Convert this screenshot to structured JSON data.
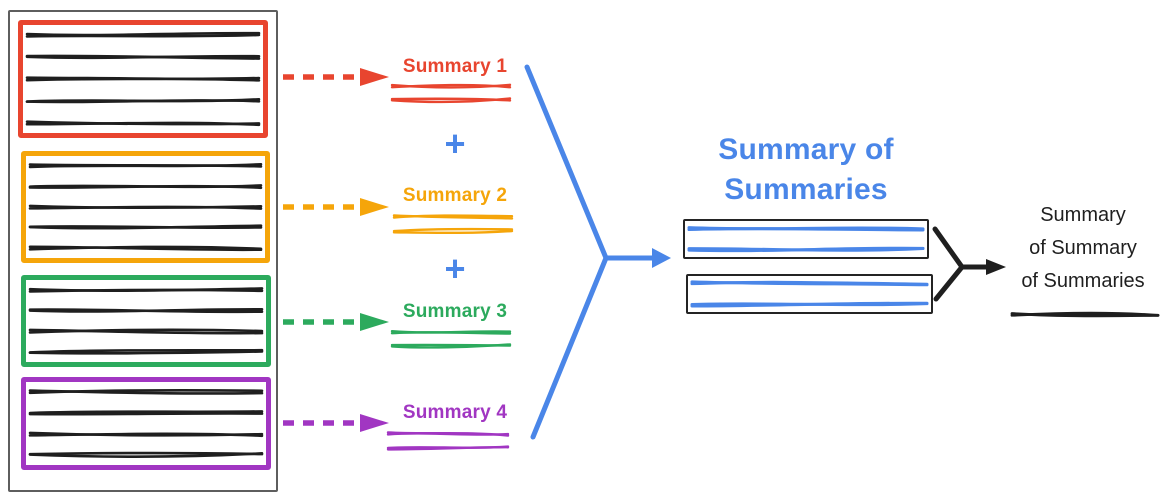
{
  "colors": {
    "red": "#e8452f",
    "orange": "#f5a50a",
    "green": "#2caa5d",
    "purple": "#a136c2",
    "blue": "#4a86e8",
    "ink": "#1f1f1f",
    "frame": "#5e5e5e",
    "box-border": "#242424"
  },
  "source": {
    "chunks": [
      {
        "name": "chunk-1",
        "color": "red",
        "lines": 5
      },
      {
        "name": "chunk-2",
        "color": "orange",
        "lines": 5
      },
      {
        "name": "chunk-3",
        "color": "green",
        "lines": 4
      },
      {
        "name": "chunk-4",
        "color": "purple",
        "lines": 4
      }
    ]
  },
  "summaries": [
    {
      "label": "Summary 1",
      "color": "red",
      "scribble_lines": 2
    },
    {
      "label": "Summary 2",
      "color": "orange",
      "scribble_lines": 2
    },
    {
      "label": "Summary 3",
      "color": "green",
      "scribble_lines": 2
    },
    {
      "label": "Summary 4",
      "color": "purple",
      "scribble_lines": 2
    }
  ],
  "operators": {
    "plus": "+"
  },
  "intermediate": {
    "title_lines": [
      "Summary of",
      "Summaries"
    ],
    "items": [
      {
        "name": "summary-of-summaries-line-1",
        "lines": 2
      },
      {
        "name": "summary-of-summaries-line-2",
        "lines": 2
      }
    ]
  },
  "final": {
    "label_lines": [
      "Summary",
      "of Summary",
      "of Summaries"
    ],
    "underline_lines": 1
  }
}
